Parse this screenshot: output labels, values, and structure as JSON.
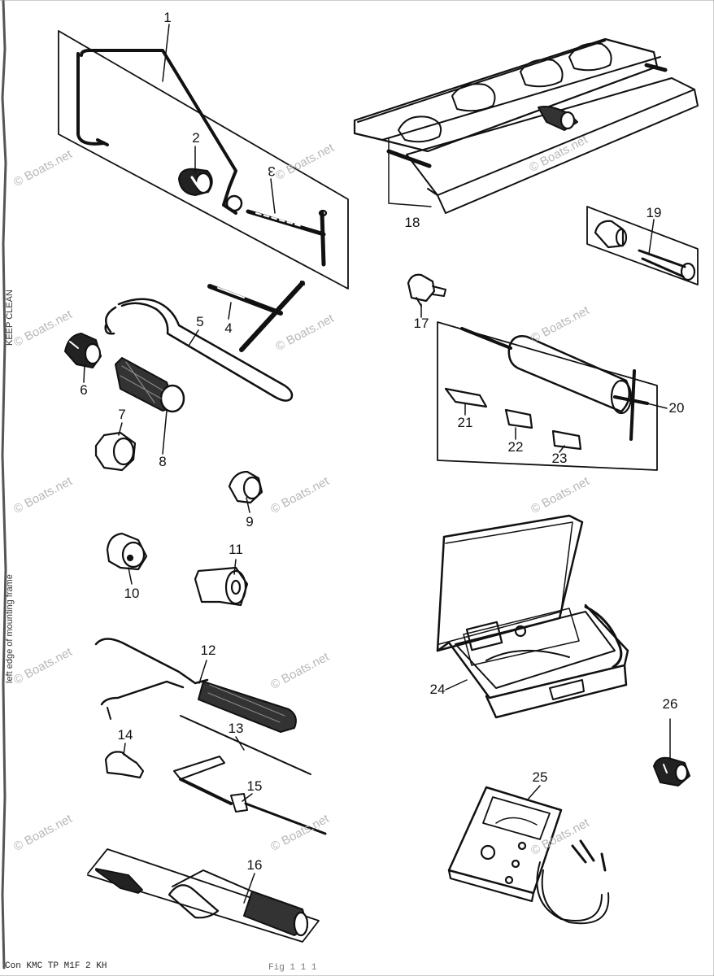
{
  "part_labels": {
    "p1": "1",
    "p2": "2",
    "p3": "3",
    "p4": "4",
    "p5": "5",
    "p6": "6",
    "p7": "7",
    "p8": "8",
    "p9": "9",
    "p10": "10",
    "p11": "11",
    "p12": "12",
    "p13": "13",
    "p14": "14",
    "p15": "15",
    "p16": "16",
    "p17": "17",
    "p18": "18",
    "p19": "19",
    "p20": "20",
    "p21": "21",
    "p22": "22",
    "p23": "23",
    "p24": "24",
    "p25": "25",
    "p26": "26"
  },
  "watermark": "© Boats.net",
  "side_text": {
    "top": "KEEP CLEAN",
    "bottom": "left edge of mounting frame"
  },
  "footer": {
    "left": "Con KMC TP M1F 2  KH",
    "right": "Fig  1 1 1"
  },
  "colors": {
    "ink": "#111111",
    "watermark": "#b8b8b8",
    "background": "#ffffff"
  }
}
